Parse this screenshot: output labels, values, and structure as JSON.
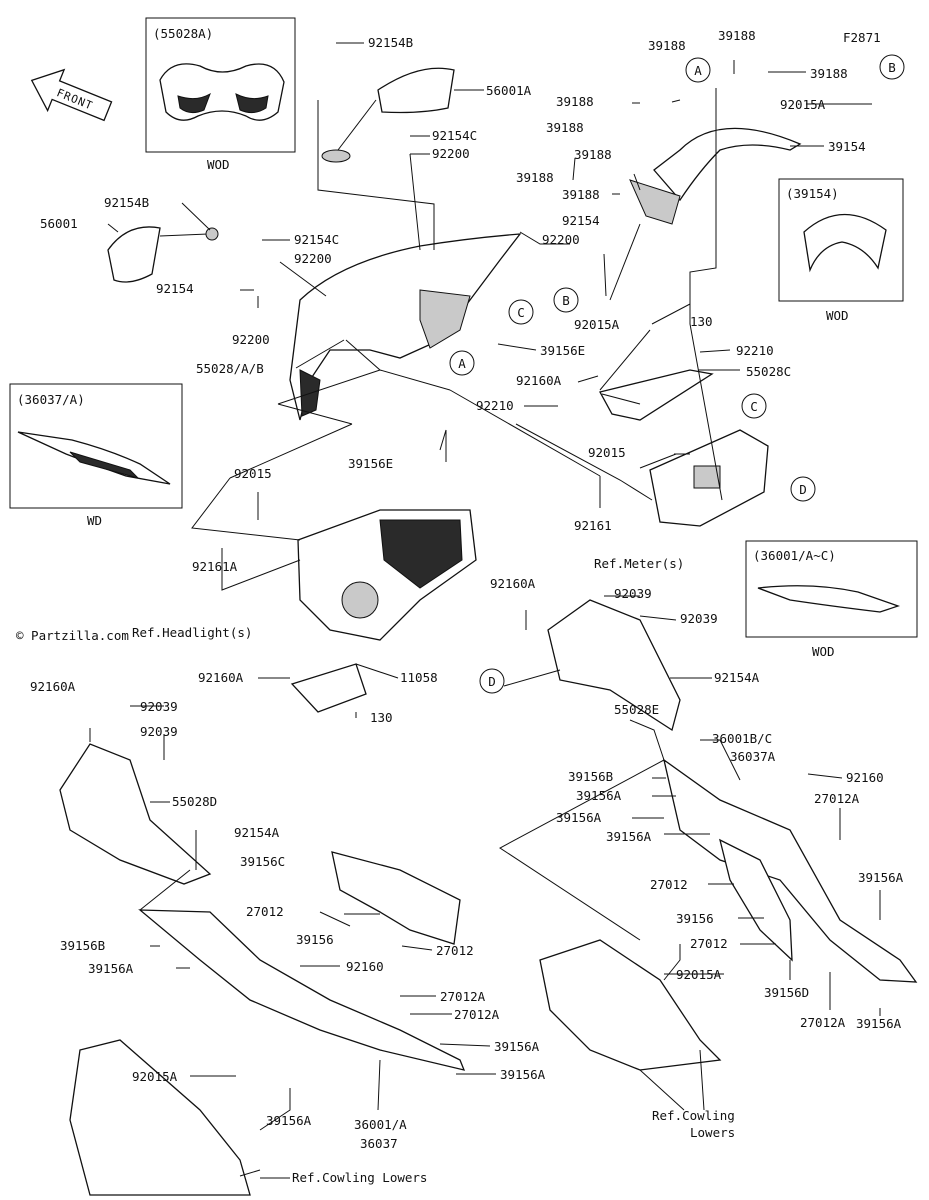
{
  "figure_code": "F2871",
  "watermark": "© Partzilla.com",
  "front_label": "FRONT",
  "insets": [
    {
      "code": "(55028A)",
      "note": "WOD"
    },
    {
      "code": "(39154)",
      "note": "WOD"
    },
    {
      "code": "(36037/A)",
      "note": "WD"
    },
    {
      "code": "(36001/A~C)",
      "note": "WOD"
    }
  ],
  "callouts": [
    "A",
    "A",
    "B",
    "B",
    "C",
    "C",
    "D",
    "D"
  ],
  "part_labels": [
    "92154B",
    "56001A",
    "92154C",
    "92200",
    "92154B",
    "56001",
    "92154C",
    "92200",
    "92154",
    "92200",
    "55028/A/B",
    "92154",
    "92200",
    "39188",
    "39188",
    "39188",
    "39188",
    "39188",
    "39188",
    "39188",
    "39188",
    "92015A",
    "39154",
    "92015A",
    "130",
    "92210",
    "39156E",
    "92160A",
    "55028C",
    "92210",
    "39156E",
    "92015",
    "92015",
    "92161",
    "92161A",
    "Ref.Meter(s)",
    "Ref.Headlight(s)",
    "92160A",
    "92039",
    "92039",
    "92154A",
    "92160A",
    "11058",
    "130",
    "55028E",
    "92160A",
    "92039",
    "92039",
    "55028D",
    "92154A",
    "36001B/C",
    "36037A",
    "39156B",
    "39156A",
    "39156A",
    "39156A",
    "92160",
    "27012A",
    "39156C",
    "27012",
    "39156",
    "27012",
    "92160",
    "27012A",
    "27012A",
    "39156B",
    "39156A",
    "39156A",
    "39156A",
    "92015A",
    "39156A",
    "36001/A",
    "36037",
    "Ref.Cowling Lowers",
    "27012",
    "39156",
    "27012",
    "92015A",
    "39156D",
    "27012A",
    "39156A",
    "39156A",
    "Ref.Cowling Lowers"
  ]
}
